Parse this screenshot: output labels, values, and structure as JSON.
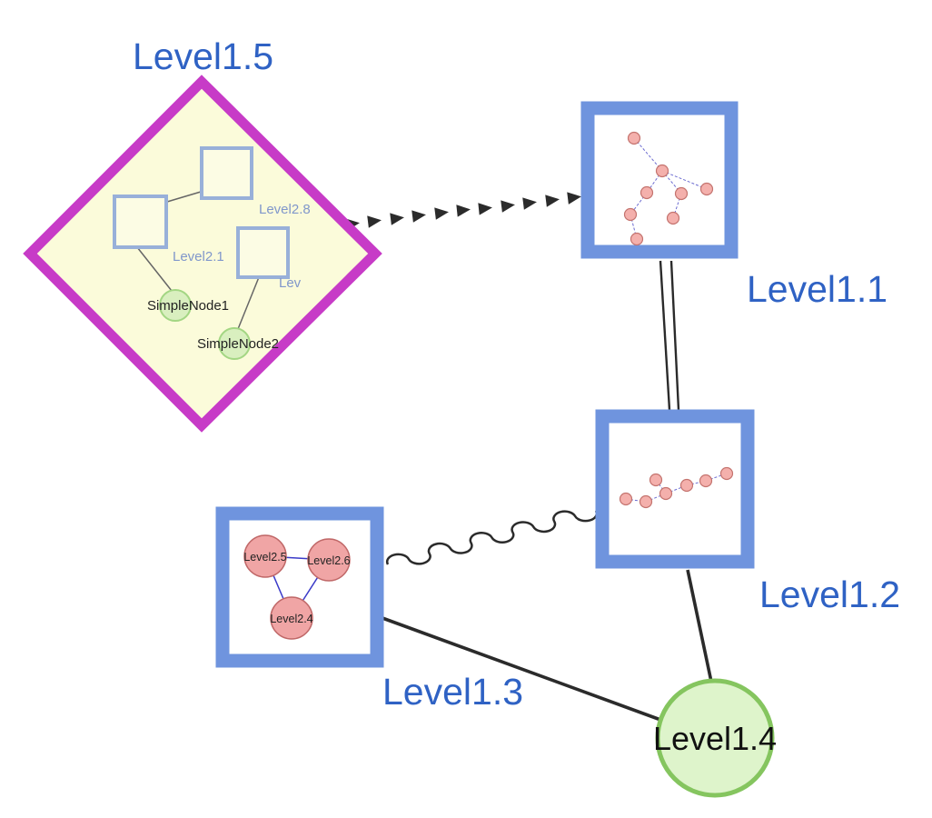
{
  "nodes": {
    "level15": {
      "label": "Level1.5",
      "shape": "diamond",
      "border_color": "#c73bc7",
      "fill": "#fbfbda"
    },
    "level11": {
      "label": "Level1.1",
      "shape": "square",
      "border_color": "#6f94de",
      "fill": "#ffffff"
    },
    "level12": {
      "label": "Level1.2",
      "shape": "square",
      "border_color": "#6f94de",
      "fill": "#ffffff"
    },
    "level13": {
      "label": "Level1.3",
      "shape": "square",
      "border_color": "#6f94de",
      "fill": "#ffffff"
    },
    "level14": {
      "label": "Level1.4",
      "shape": "circle",
      "border_color": "#85c55f",
      "fill": "#def4cb"
    }
  },
  "level15_contents": {
    "square_labels": [
      "Level2.8",
      "Level2.1",
      "Lev"
    ],
    "simple_node_labels": [
      "SimpleNode1",
      "SimpleNode2"
    ]
  },
  "level13_contents": {
    "node_labels": [
      "Level2.5",
      "Level2.6",
      "Level2.4"
    ]
  },
  "edges": [
    {
      "from": "Level1.5",
      "to": "Level1.1",
      "style": "arrow-train"
    },
    {
      "from": "Level1.1",
      "to": "Level1.2",
      "style": "double-line"
    },
    {
      "from": "Level1.3",
      "to": "Level1.2",
      "style": "wavy"
    },
    {
      "from": "Level1.3",
      "to": "Level1.4",
      "style": "solid"
    },
    {
      "from": "Level1.2",
      "to": "Level1.4",
      "style": "solid"
    }
  ],
  "colors": {
    "label_blue": "#2f62c4",
    "inner_label_blue": "#8097cb",
    "mini_node_fill": "#f4b0ac",
    "mini_node_border": "#c4736e",
    "mini_edge_blue": "#6b6bd0",
    "edge_black": "#2b2b2b"
  }
}
